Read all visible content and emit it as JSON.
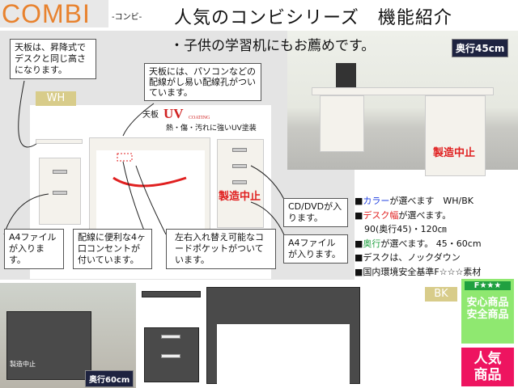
{
  "header": {
    "logo": "COMBI",
    "logo_sub": "-コンビ-",
    "title": "人気のコンビシリーズ　機能紹介",
    "subtitle": "・子供の学習机にもお薦めです。"
  },
  "photo_top": {
    "depth_badge": "奥行45cm",
    "discontinued": "製造中止"
  },
  "callouts": {
    "top_shelf": "天板は、昇降式でデスクと同じ高さになります。",
    "wiring_hole": "天板には、パソコンなどの配線がし易い配線孔がついています。",
    "a4_left": "A4ファイルが入ります。",
    "outlet": "配線に便利な4ヶ口コンセントが付いています。",
    "cord_pocket": "左右入れ替え可能なコードポケットがついています。",
    "cd_dvd": "CD/DVDが入ります。",
    "a4_right": "A4ファイルが入ります。"
  },
  "product": {
    "color_label": "WH",
    "top_label": "天板",
    "uv": "UV",
    "coating": "COATING",
    "uv_desc": "熱・傷・汚れに強いUV塗装",
    "discontinued": "製造中止"
  },
  "specs": [
    {
      "hl": "カラー",
      "hl_color": "#2040e0",
      "rest": "が選べます　WH/BK"
    },
    {
      "hl": "デスク幅",
      "hl_color": "#e02020",
      "rest": "が選べます。"
    },
    {
      "hl": "",
      "hl_color": "",
      "rest": "90(奥行45)・120㎝"
    },
    {
      "hl": "奥行",
      "hl_color": "#20a040",
      "rest": "が選べます。 45・60cm"
    },
    {
      "hl": "",
      "hl_color": "",
      "rest": "デスクは、ノックダウン"
    },
    {
      "hl": "",
      "hl_color": "",
      "rest": "国内環境安全基準F☆☆☆素材"
    }
  ],
  "photo_bottom": {
    "depth_badge": "奥行60cm",
    "discontinued": "製造中止"
  },
  "bk_label": "BK",
  "badges": {
    "f_star": "F★★★",
    "safe1": "安心商品",
    "safe2": "安全商品",
    "popular1": "人気",
    "popular2": "商品"
  },
  "colors": {
    "logo": "#e8822e",
    "tan": "#d8cc8a",
    "green": "#8fe870",
    "pink": "#ee1460",
    "red": "#e02020"
  }
}
